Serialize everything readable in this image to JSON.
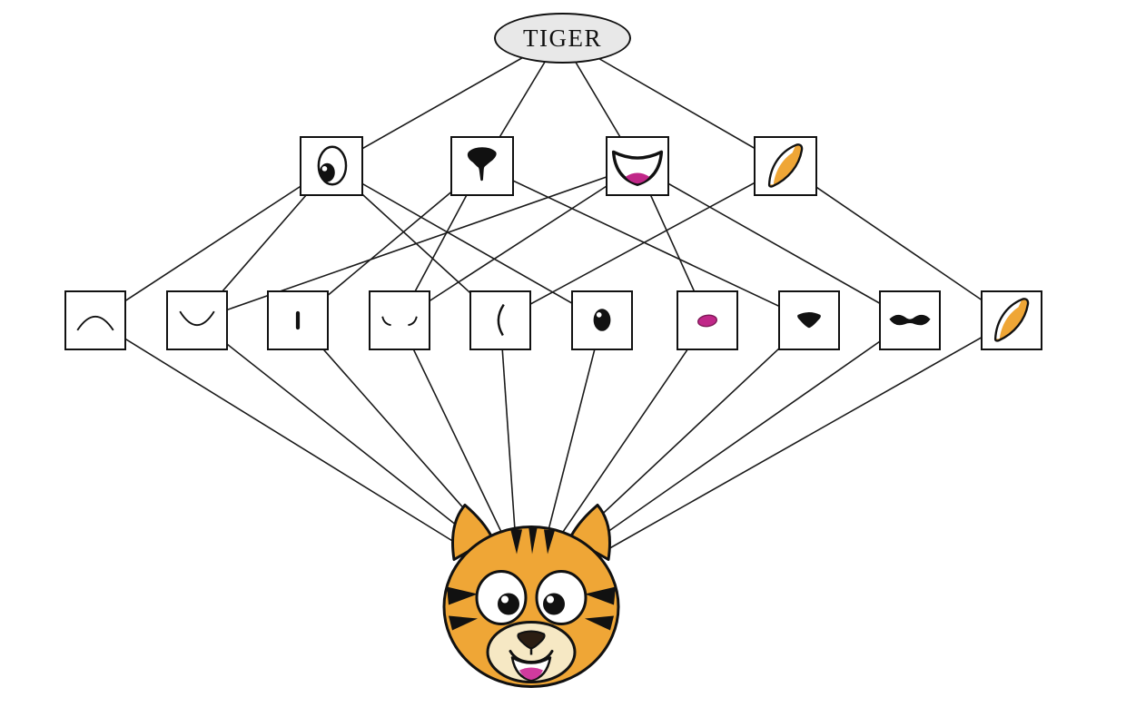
{
  "diagram": {
    "root": {
      "label": "TIGER"
    },
    "mid_level_features": [
      {
        "id": "eye",
        "icon": "eye-icon"
      },
      {
        "id": "nose",
        "icon": "nose-icon"
      },
      {
        "id": "mouth",
        "icon": "smiling-mouth-icon"
      },
      {
        "id": "ear",
        "icon": "ear-icon"
      }
    ],
    "low_level_features": [
      {
        "id": "arc-up",
        "icon": "upward-arc-icon"
      },
      {
        "id": "arc-down",
        "icon": "downward-arc-icon"
      },
      {
        "id": "vertical-stroke",
        "icon": "vertical-stroke-icon"
      },
      {
        "id": "corner-curves",
        "icon": "double-curve-icon"
      },
      {
        "id": "open-curve",
        "icon": "left-curve-icon"
      },
      {
        "id": "pupil",
        "icon": "black-oval-icon"
      },
      {
        "id": "tongue",
        "icon": "pink-oval-icon"
      },
      {
        "id": "nose-tip",
        "icon": "black-triangle-icon"
      },
      {
        "id": "upper-lip",
        "icon": "wavy-mouth-icon"
      },
      {
        "id": "ear-shape",
        "icon": "orange-ear-icon"
      }
    ],
    "output": {
      "id": "tiger-face",
      "icon": "tiger-face-image"
    },
    "edges": {
      "root_to_mid": [
        [
          "TIGER",
          "eye"
        ],
        [
          "TIGER",
          "nose"
        ],
        [
          "TIGER",
          "mouth"
        ],
        [
          "TIGER",
          "ear"
        ]
      ],
      "mid_to_low": [
        [
          "eye",
          "arc-up"
        ],
        [
          "eye",
          "arc-down"
        ],
        [
          "eye",
          "open-curve"
        ],
        [
          "eye",
          "pupil"
        ],
        [
          "nose",
          "vertical-stroke"
        ],
        [
          "nose",
          "corner-curves"
        ],
        [
          "nose",
          "nose-tip"
        ],
        [
          "mouth",
          "arc-down"
        ],
        [
          "mouth",
          "corner-curves"
        ],
        [
          "mouth",
          "tongue"
        ],
        [
          "mouth",
          "upper-lip"
        ],
        [
          "ear",
          "open-curve"
        ],
        [
          "ear",
          "ear-shape"
        ]
      ],
      "low_to_output": [
        [
          "arc-up",
          "tiger-face"
        ],
        [
          "arc-down",
          "tiger-face"
        ],
        [
          "vertical-stroke",
          "tiger-face"
        ],
        [
          "corner-curves",
          "tiger-face"
        ],
        [
          "open-curve",
          "tiger-face"
        ],
        [
          "pupil",
          "tiger-face"
        ],
        [
          "tongue",
          "tiger-face"
        ],
        [
          "nose-tip",
          "tiger-face"
        ],
        [
          "upper-lip",
          "tiger-face"
        ],
        [
          "ear-shape",
          "tiger-face"
        ]
      ]
    },
    "colors": {
      "orange": "#EFA636",
      "pink": "#C02788",
      "line": "#1A1A1A",
      "node_border": "#111111",
      "node_fill": "#FFFFFF",
      "root_fill": "#E8E8E8"
    }
  }
}
